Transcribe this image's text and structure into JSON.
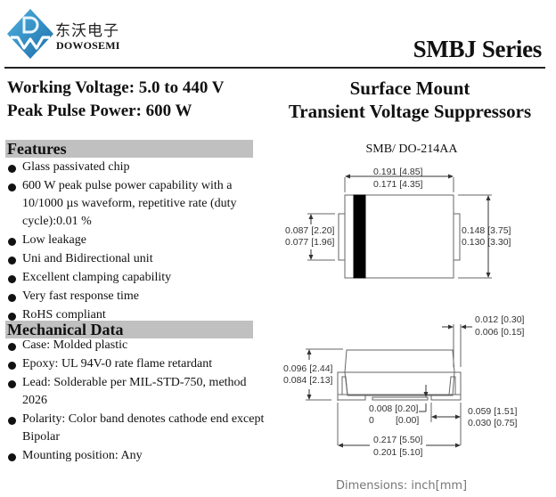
{
  "header": {
    "logo_cn": "东沃电子",
    "logo_en": "DOWOSEMI",
    "logo_letters": "DW",
    "series_title": "SMBJ Series",
    "brand_color": "#2d8fc9"
  },
  "specs": {
    "working_voltage": "Working Voltage: 5.0 to 440 V",
    "peak_pulse_power": "Peak Pulse Power: 600 W"
  },
  "title": {
    "line1": "Surface Mount",
    "line2": "Transient Voltage Suppressors"
  },
  "features": {
    "heading": "Features",
    "items": [
      "Glass passivated chip",
      "600 W peak pulse power capability with a 10/1000 µs waveform, repetitive rate (duty cycle):0.01 %",
      "Low leakage",
      "Uni and Bidirectional unit",
      "Excellent clamping capability",
      "Very fast response time",
      "RoHS compliant"
    ]
  },
  "mechanical": {
    "heading": "Mechanical Data",
    "items": [
      "Case: Molded plastic",
      "Epoxy: UL 94V-0 rate flame retardant",
      "Lead: Solderable per MIL-STD-750, method 2026",
      "Polarity: Color band denotes cathode end except Bipolar",
      "Mounting position: Any"
    ]
  },
  "package": {
    "name": "SMB/ DO-214AA",
    "top_view": {
      "length_max": "0.191 [4.85]",
      "length_min": "0.171 [4.35]",
      "tab_width_max": "0.087 [2.20]",
      "tab_width_min": "0.077 [1.96]",
      "body_width_max": "0.148 [3.75]",
      "body_width_min": "0.130 [3.30]"
    },
    "side_view": {
      "lead_thk_max": "0.012 [0.30]",
      "lead_thk_min": "0.006 [0.15]",
      "height_max": "0.096 [2.44]",
      "height_min": "0.084 [2.13]",
      "standoff_max": "0.008 [0.20]",
      "standoff_min_in": "0",
      "standoff_min_mm": "[0.00]",
      "lead_len_max": "0.059 [1.51]",
      "lead_len_min": "0.030 [0.75]",
      "overall_max": "0.217 [5.50]",
      "overall_min": "0.201 [5.10]"
    },
    "units_note": "Dimensions: inch[mm]"
  }
}
